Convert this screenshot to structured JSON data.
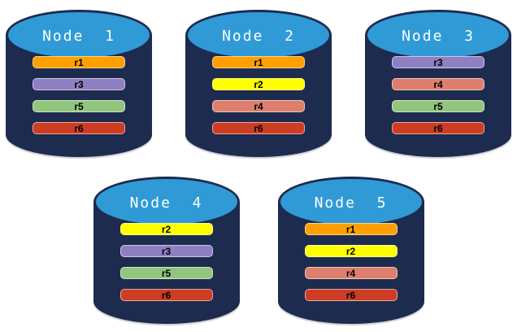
{
  "diagram": {
    "description": "Five database node cylinders each holding four replica ranges",
    "colors": {
      "cylinder_body": "#1d2b4f",
      "cylinder_top": "#2f9ad6",
      "cylinder_top_border": "#1d2b4f",
      "title_text": "#ffffff",
      "bar_text": "#000000",
      "background": "#ffffff"
    },
    "replica_colors": {
      "r1": "#ffa000",
      "r2": "#ffff00",
      "r3": "#8f7fc3",
      "r4": "#dd7f6c",
      "r5": "#92c57e",
      "r6": "#cd3d24"
    },
    "nodes": [
      {
        "label": "Node  1",
        "replicas": [
          "r1",
          "r3",
          "r5",
          "r6"
        ]
      },
      {
        "label": "Node  2",
        "replicas": [
          "r1",
          "r2",
          "r4",
          "r6"
        ]
      },
      {
        "label": "Node  3",
        "replicas": [
          "r3",
          "r4",
          "r5",
          "r6"
        ]
      },
      {
        "label": "Node  4",
        "replicas": [
          "r2",
          "r3",
          "r5",
          "r6"
        ]
      },
      {
        "label": "Node  5",
        "replicas": [
          "r1",
          "r2",
          "r4",
          "r6"
        ]
      }
    ]
  }
}
